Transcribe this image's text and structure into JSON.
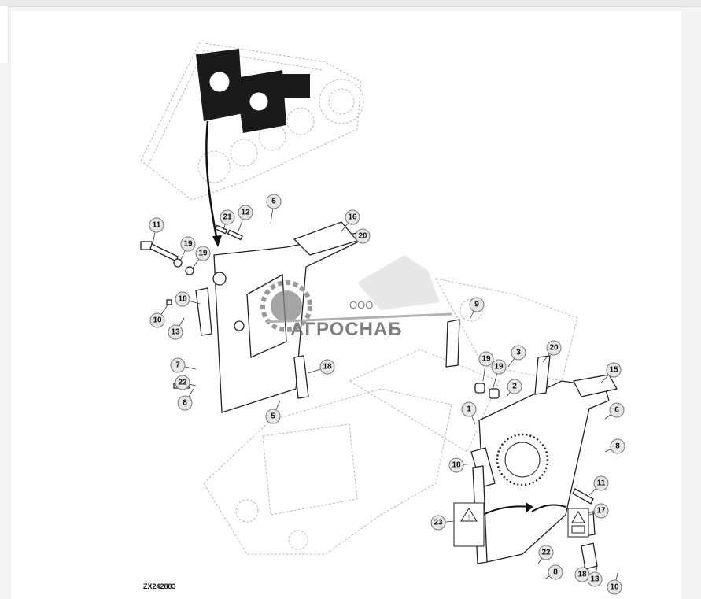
{
  "diagram": {
    "id_label": "ZX242883",
    "watermark": {
      "prefix": "ООО",
      "brand": "АГРОСНАБ"
    },
    "callouts": [
      "11",
      "19",
      "19",
      "21",
      "12",
      "6",
      "16",
      "20",
      "18",
      "10",
      "13",
      "7",
      "22",
      "8",
      "5",
      "18",
      "9",
      "3",
      "19",
      "19",
      "20",
      "2",
      "15",
      "1",
      "6",
      "8",
      "18",
      "11",
      "17",
      "23",
      "22",
      "8",
      "18",
      "13",
      "10"
    ],
    "colors": {
      "callout_fill": "#e6e6e6",
      "line": "#222222",
      "ghost": "#b8b8b8"
    }
  }
}
